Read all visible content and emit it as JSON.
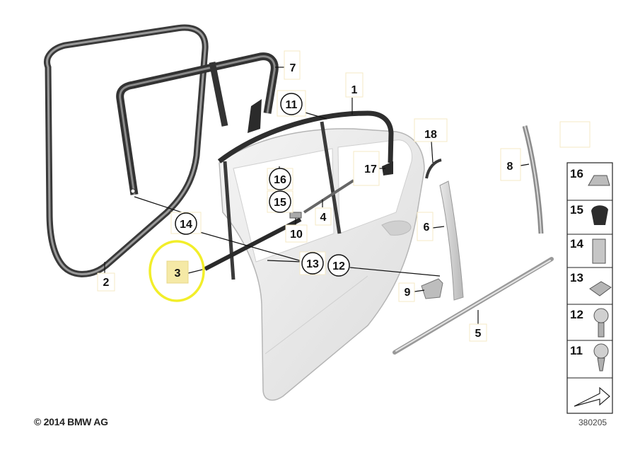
{
  "diagram": {
    "callouts": [
      {
        "id": "1",
        "text": "1"
      },
      {
        "id": "2",
        "text": "2"
      },
      {
        "id": "3",
        "text": "3"
      },
      {
        "id": "4",
        "text": "4"
      },
      {
        "id": "5",
        "text": "5"
      },
      {
        "id": "6",
        "text": "6"
      },
      {
        "id": "7",
        "text": "7"
      },
      {
        "id": "8",
        "text": "8"
      },
      {
        "id": "9",
        "text": "9"
      },
      {
        "id": "10",
        "text": "10"
      },
      {
        "id": "11",
        "text": "11"
      },
      {
        "id": "12",
        "text": "12"
      },
      {
        "id": "13",
        "text": "13"
      },
      {
        "id": "14",
        "text": "14"
      },
      {
        "id": "15",
        "text": "15"
      },
      {
        "id": "16",
        "text": "16"
      },
      {
        "id": "17",
        "text": "17"
      },
      {
        "id": "18",
        "text": "18"
      }
    ],
    "side_panel": [
      "16",
      "15",
      "14",
      "13",
      "12",
      "11"
    ],
    "highlighted_callout": "3",
    "highlight_color": "#f2ee2a",
    "label_box_color": "#f5e9c4"
  },
  "footer": {
    "copyright": "© 2014 BMW AG",
    "drawing_number": "380205"
  }
}
